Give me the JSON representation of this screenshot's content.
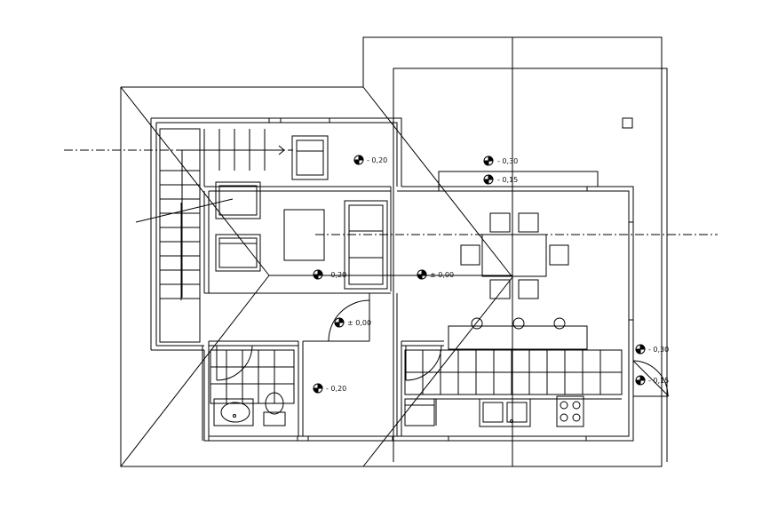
{
  "floor_plan": {
    "level_markers": [
      {
        "id": "stair-hall",
        "text": "- 0,20"
      },
      {
        "id": "living",
        "text": "- 0,20"
      },
      {
        "id": "dining",
        "text": "± 0,00"
      },
      {
        "id": "entry-door",
        "text": "± 0,00"
      },
      {
        "id": "entry-hall",
        "text": "- 0,20"
      },
      {
        "id": "terrace-top",
        "text": "- 0,30"
      },
      {
        "id": "step-top",
        "text": "- 0,15"
      },
      {
        "id": "terrace-right",
        "text": "- 0,30"
      },
      {
        "id": "step-right",
        "text": "- 0,15"
      }
    ]
  },
  "colors": {
    "line": "#000000",
    "background": "#ffffff"
  }
}
